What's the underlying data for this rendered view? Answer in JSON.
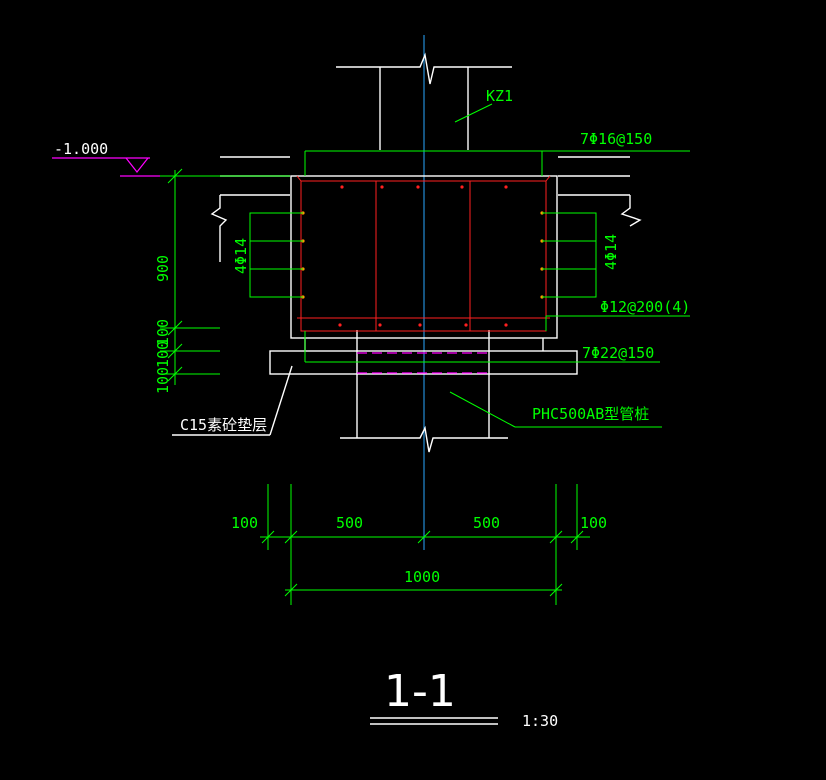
{
  "elevation_label": "-1.000",
  "column_label": "KZ1",
  "rebar_top": "7Φ16@150",
  "side_bars_left": "4Φ14",
  "side_bars_right": "4Φ14",
  "stirrup_label": "Φ12@200(4)",
  "rebar_bottom": "7Φ22@150",
  "pile_label": "PHC500AB型管桩",
  "cushion_label": "C15素砼垫层",
  "dim_vertical": [
    "900",
    "100",
    "100",
    "100"
  ],
  "dim_horizontal": [
    "100",
    "500",
    "500",
    "100"
  ],
  "dim_total": "1000",
  "section_title": "1-1",
  "scale": "1:30",
  "colors": {
    "background": "#000000",
    "outline": "#ffffff",
    "dimension": "#00ff00",
    "rebar": "#ff2020",
    "axis": "#2aa8ff",
    "elevation": "#ff00ff"
  }
}
